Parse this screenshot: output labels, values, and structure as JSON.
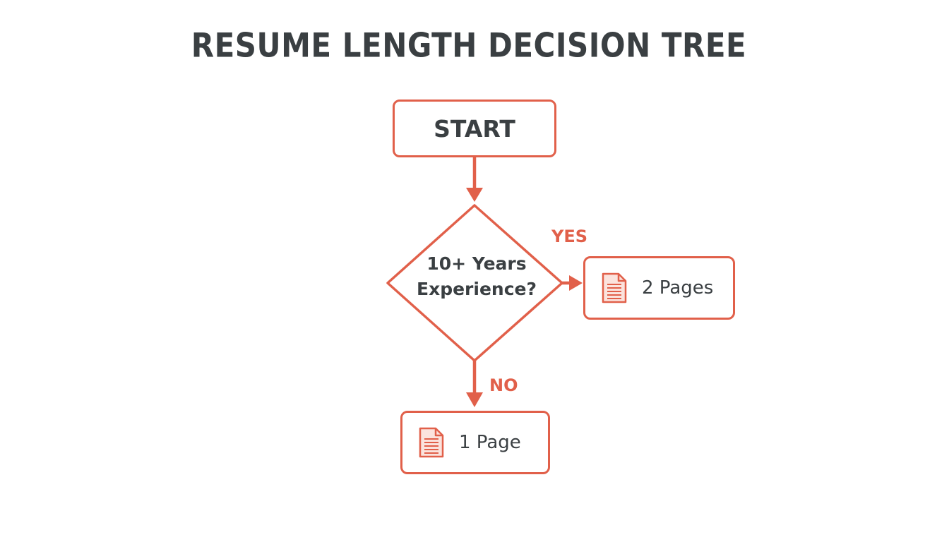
{
  "title": "RESUME LENGTH DECISION TREE",
  "nodes": {
    "start": "START",
    "decision": {
      "line1": "10+ Years",
      "line2": "Experience?"
    },
    "two_pages": {
      "label": "2 Pages",
      "icon": "document-icon"
    },
    "one_page": {
      "label": "1 Page",
      "icon": "document-icon"
    }
  },
  "edges": {
    "yes": "YES",
    "no": "NO"
  },
  "colors": {
    "accent": "#e1604a",
    "text": "#3a3f42",
    "background": "#ffffff"
  }
}
